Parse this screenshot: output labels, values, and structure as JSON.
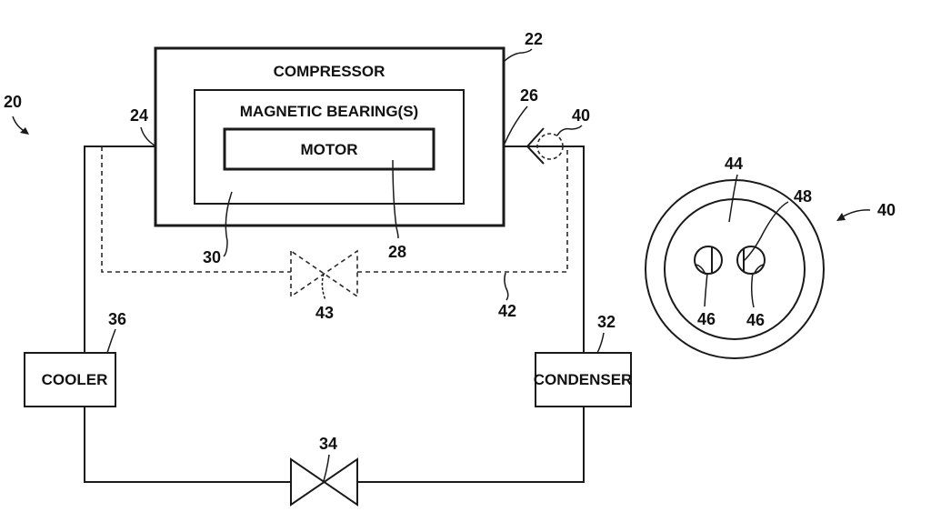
{
  "diagram": {
    "system_ref": "20",
    "components": {
      "compressor": {
        "label": "COMPRESSOR",
        "ref": "22"
      },
      "bearings": {
        "label": "MAGNETIC BEARING(S)",
        "ref": "30"
      },
      "motor": {
        "label": "MOTOR",
        "ref": "28"
      },
      "cooler": {
        "label": "COOLER",
        "ref": "36"
      },
      "condenser": {
        "label": "CONDENSER",
        "ref": "32"
      }
    },
    "refs": {
      "inlet": "24",
      "outlet": "26",
      "check_valve": "40",
      "bypass_line": "42",
      "bypass_valve": "43",
      "expansion_valve": "34",
      "detail_view": "40",
      "detail_ring": "44",
      "detail_port_left": "46",
      "detail_port_right": "46",
      "detail_flap": "48"
    }
  }
}
